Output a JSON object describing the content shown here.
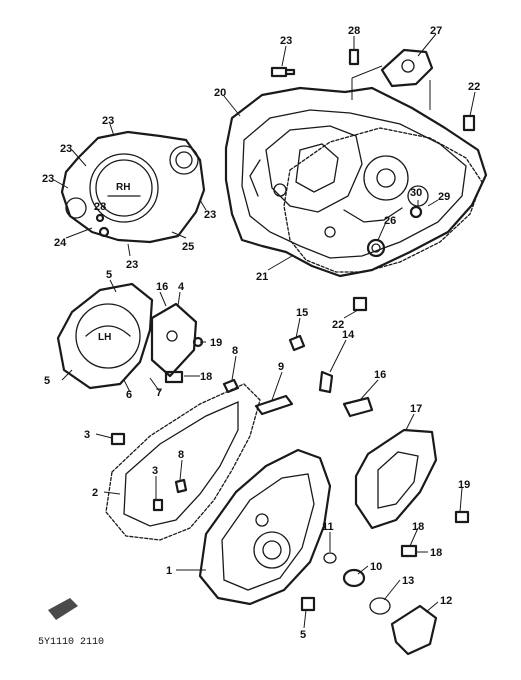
{
  "diagram": {
    "labels": {
      "c_23a": "23",
      "c_28a": "28",
      "c_27": "27",
      "c_22a": "22",
      "c_20": "20",
      "c_30": "30",
      "c_29": "29",
      "c_26": "26",
      "c_21": "21",
      "c_22b": "22",
      "c_23b": "23",
      "c_23c": "23",
      "c_23d": "23",
      "c_23e": "23",
      "c_23f": "23",
      "c_28b": "28",
      "c_24": "24",
      "c_25": "25",
      "c_5a": "5",
      "c_5b": "5",
      "c_16a": "16",
      "c_4": "4",
      "c_19a": "19",
      "c_18a": "18",
      "c_7": "7",
      "c_6": "6",
      "c_15": "15",
      "c_14": "14",
      "c_8a": "8",
      "c_9": "9",
      "c_16b": "16",
      "c_17": "17",
      "c_3a": "3",
      "c_2": "2",
      "c_3b": "3",
      "c_8b": "8",
      "c_11": "11",
      "c_10": "10",
      "c_19b": "19",
      "c_18b": "18",
      "c_18c": "18",
      "c_1": "1",
      "c_13": "13",
      "c_12": "12",
      "c_5c": "5"
    },
    "inner_text": {
      "rh": "RH",
      "lh": "LH"
    },
    "code": "5Y1110 2110"
  }
}
